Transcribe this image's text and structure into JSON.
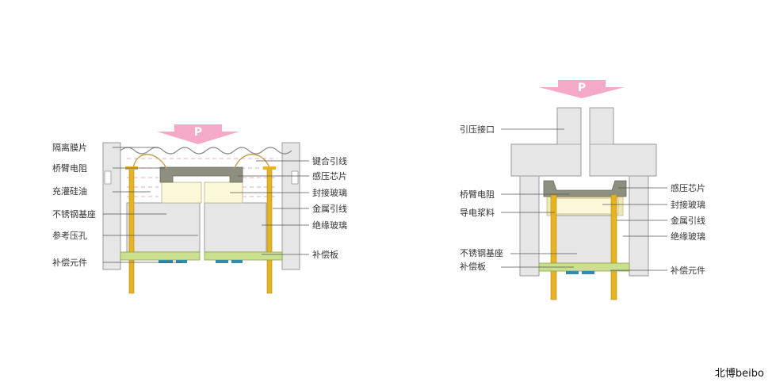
{
  "pressure_label": "P",
  "left_labels_left": [
    "隔离膜片",
    "桥臂电阻",
    "充灌硅油",
    "不锈钢基座",
    "参考压孔",
    "补偿元件"
  ],
  "left_labels_right": [
    "键合引线",
    "感压芯片",
    "封接玻璃",
    "金属引线",
    "绝缘玻璃",
    "补偿板"
  ],
  "right_labels_left": [
    "引压接口",
    "桥臂电阻",
    "导电浆料",
    "不锈钢基座",
    "补偿板"
  ],
  "right_labels_right": [
    "感压芯片",
    "封接玻璃",
    "金属引线",
    "绝缘玻璃",
    "补偿元件"
  ],
  "watermark": "北博beibo",
  "colors": {
    "arrow": "#f4a9c9",
    "arrow_text": "#ffffff",
    "housing": "#e6e6e6",
    "housing_stroke": "#9a9a9a",
    "oil_dash": "#e7a9c4",
    "chip": "#8f8f7f",
    "seal_glass": "#fbf7d9",
    "lead": "#e6b422",
    "board": "#cbe08e",
    "component": "#2f8db0",
    "wire": "#c8a04a"
  }
}
